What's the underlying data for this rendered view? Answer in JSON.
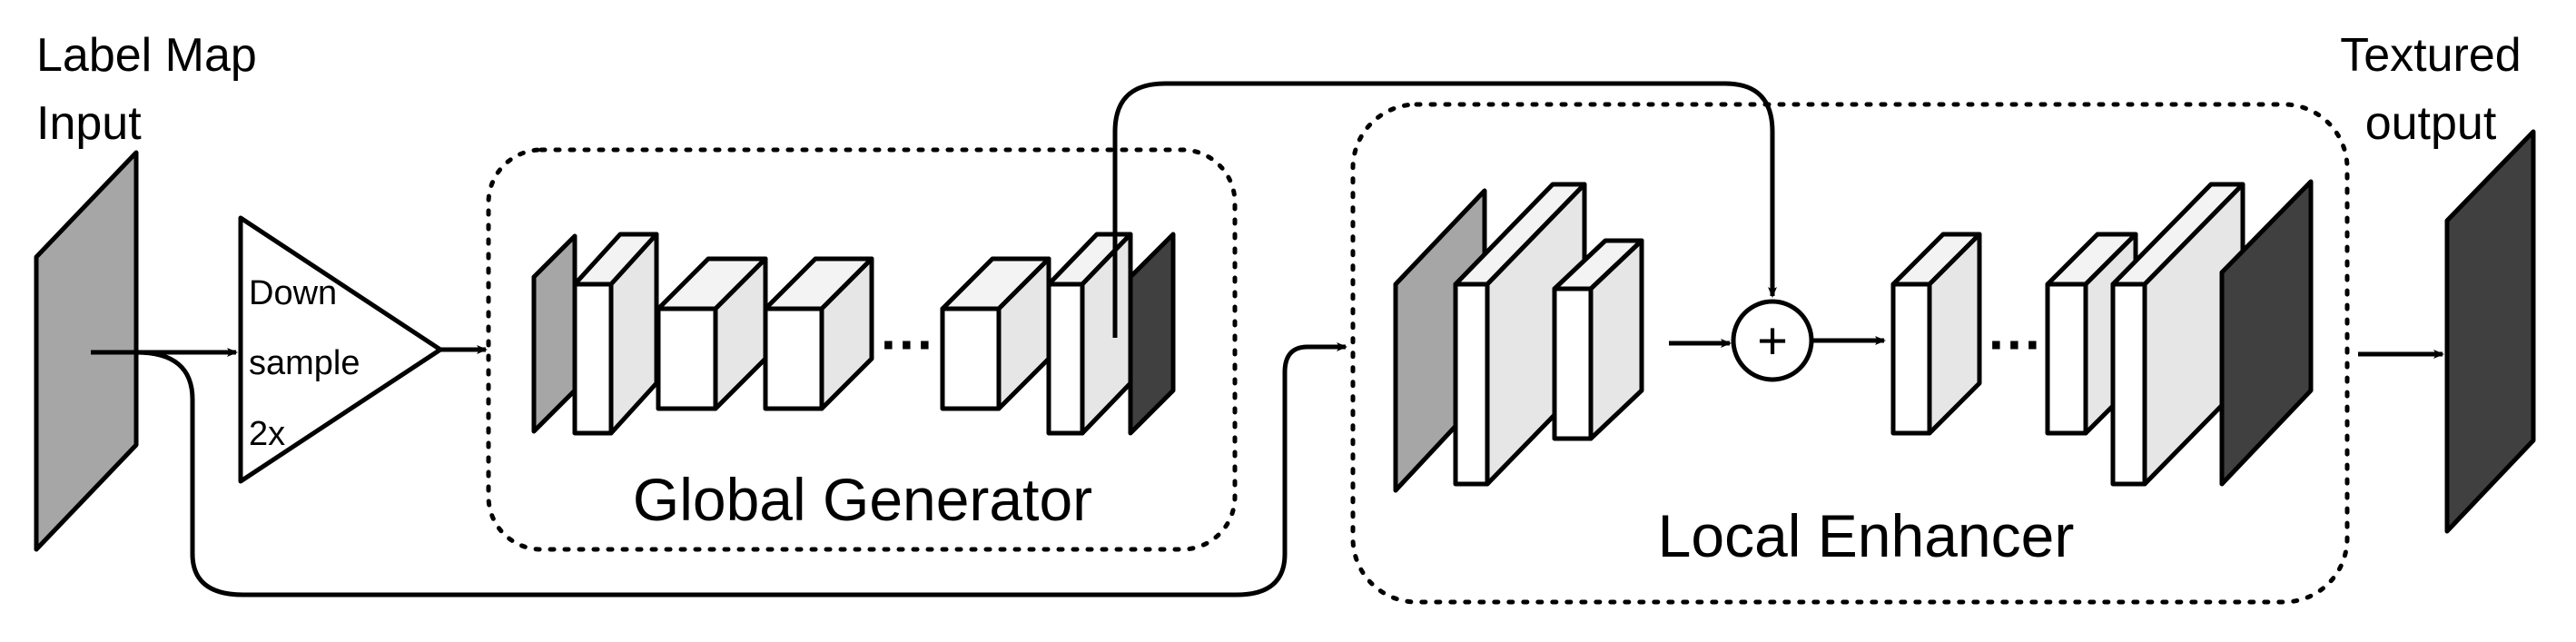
{
  "labels": {
    "input_line1": "Label Map",
    "input_line2": "Input",
    "output_line1": "Textured",
    "output_line2": "output",
    "downsample_line1": "Down",
    "downsample_line2": "sample",
    "downsample_line3": "2x",
    "global_generator": "Global Generator",
    "local_enhancer": "Local Enhancer",
    "plus": "+",
    "ellipsis": "···"
  },
  "colors": {
    "stroke": "#000000",
    "input_gray": "#a6a6a6",
    "dark_block": "#404040",
    "block_front": "#ffffff",
    "block_side": "#e6e6e6",
    "block_top": "#f3f3f3"
  }
}
